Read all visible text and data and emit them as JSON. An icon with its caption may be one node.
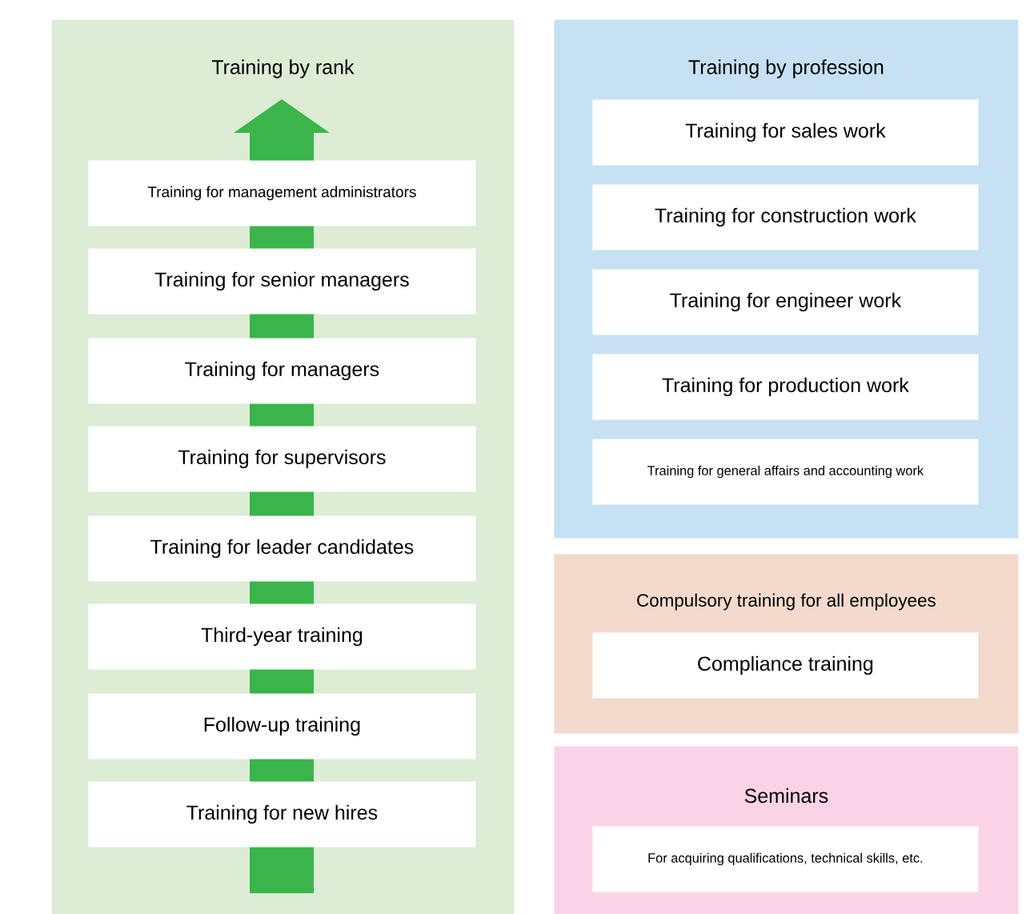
{
  "diagram": {
    "nodes": [
      {
        "text": [
          "Training by rank"
        ]
      },
      {
        "text": [
          "Training for management administrators"
        ],
        "in": 0
      },
      {
        "text": [
          "Training for senior managers"
        ],
        "in": 0
      },
      {
        "text": [
          "Training for managers"
        ],
        "in": 0
      },
      {
        "text": [
          "Training for supervisors"
        ],
        "in": 0
      },
      {
        "text": [
          "Training for leader candidates"
        ],
        "in": 0
      },
      {
        "text": [
          "Third-year training"
        ],
        "in": 0
      },
      {
        "text": [
          "Follow-up training"
        ],
        "in": 0
      },
      {
        "text": [
          "Training for new hires"
        ],
        "in": 0
      },
      {
        "text": [
          "Training by profession"
        ]
      },
      {
        "text": [
          "Training for sales work"
        ],
        "in": 9
      },
      {
        "text": [
          "Training for construction work"
        ],
        "in": 9
      },
      {
        "text": [
          "Training for engineer work"
        ],
        "in": 9
      },
      {
        "text": [
          "Training for production work"
        ],
        "in": 9
      },
      {
        "text": [
          "Training for general affairs and accounting work"
        ],
        "in": 9
      },
      {
        "text": [
          "Compulsory training for all employees"
        ]
      },
      {
        "text": [
          "Compliance training"
        ],
        "in": 15
      },
      {
        "text": [
          "Seminars"
        ]
      },
      {
        "text": [
          "For acquiring qualifications, technical skills, etc."
        ],
        "in": 17
      }
    ]
  }
}
